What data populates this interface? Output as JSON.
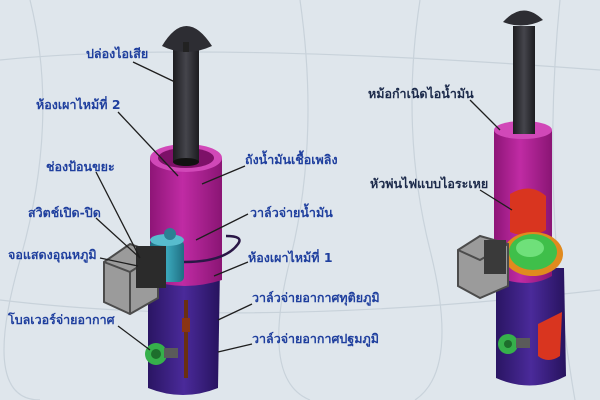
{
  "left_diagram": {
    "labels": {
      "chimney": "ปล่องไอเสีย",
      "combustion_chamber_2": "ห้องเผาไหม้ที่ 2",
      "fuel_tank": "ถังน้ำมันเชื้อเพลิง",
      "waste_inlet": "ช่องป้อนขยะ",
      "on_off_switch": "สวิตช์เปิด-ปิด",
      "oil_valve": "วาล์วจ่ายน้ำมัน",
      "temperature_display": "จอแสดงอุณหภูมิ",
      "combustion_chamber_1": "ห้องเผาไหม้ที่ 1",
      "secondary_air_valve": "วาล์วจ่ายอากาศทุติยภูมิ",
      "blower": "โบลเวอร์จ่ายอากาศ",
      "primary_air_valve": "วาล์วจ่ายอากาศปฐมภูมิ"
    }
  },
  "right_diagram": {
    "labels": {
      "steam_generator": "หม้อกำเนิดไอน้ำมัน",
      "spray_burner": "หัวพ่นไฟแบบไอระเหย"
    }
  },
  "colors": {
    "tarp": "#dfe6ec",
    "label_text": "#1f3f9e",
    "upper_body": "#b7219a",
    "lower_body": "#3b1f86",
    "chimney": "#2a2a2e",
    "tank": "#2e8fa3",
    "blower": "#2fa44a",
    "flame": "#d9351f",
    "green_bowl": "#3fbf4a",
    "box": "#9a9a9a"
  }
}
